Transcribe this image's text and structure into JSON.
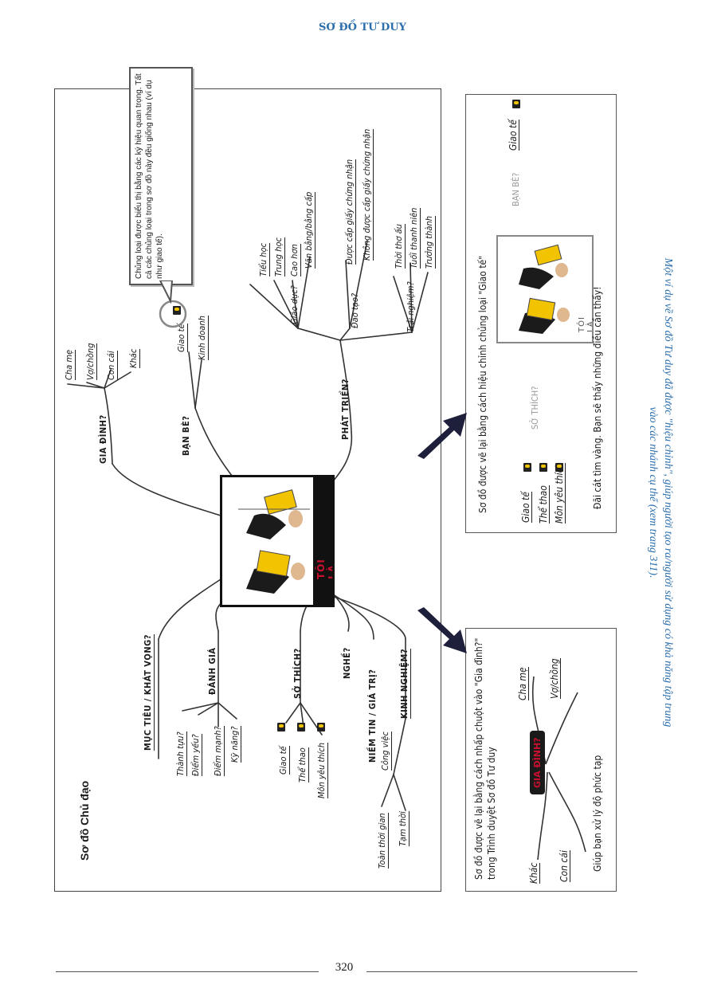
{
  "header": {
    "title": "SƠ ĐỒ TƯ DUY"
  },
  "page_number": "320",
  "caption": "Một ví dụ về Sơ đồ Tư duy đã được \"hiệu chỉnh\", giúp người tạo ra/người sử dụng có khả năng tập trung vào các nhánh cụ thể (xem trang 311).",
  "main_map": {
    "title": "Sơ đồ Chủ đạo",
    "center": "TÔI LÀ AI?",
    "callout": "Chủng loại được biểu thị bằng các ký hiệu quan trọng. Tất cả các chủng loại trong sơ đồ này đều giống nhau (ví dụ như giao tế).",
    "branches": {
      "gia_dinh": {
        "label": "GIA ĐÌNH?",
        "children": [
          "Cha mẹ",
          "Vợ/chồng",
          "Con cái",
          "Khác"
        ]
      },
      "ban_be": {
        "label": "BẠN BÈ?",
        "children": [
          "Giao tế",
          "Kinh doanh"
        ]
      },
      "phat_trien": {
        "label": "PHÁT TRIỂN?",
        "giao_duc": {
          "label": "Giáo dục?",
          "children": [
            "Tiểu học",
            "Trung học",
            "Cao hơn",
            "Văn bằng/bằng cấp"
          ]
        },
        "dao_tao": {
          "label": "Đào tạo?",
          "children": [
            "Được cấp giấy chứng nhận",
            "Không được cấp giấy chứng nhận"
          ]
        },
        "trai_nghiem": {
          "label": "Trải nghiệm?",
          "children": [
            "Thời thơ ấu",
            "Tuổi thanh niên",
            "Trưởng thành"
          ]
        }
      },
      "muc_tieu": {
        "label": "MỤC TIÊU / KHÁT VỌNG?"
      },
      "danh_gia": {
        "label": "ĐÁNH GIÁ",
        "children": [
          "Thành tựu?",
          "Điểm yếu?",
          "Điểm mạnh?",
          "Kỹ năng?"
        ]
      },
      "so_thich": {
        "label": "SỞ THÍCH?",
        "children": [
          "Giao tế",
          "Thể thao",
          "Môn yêu thích"
        ]
      },
      "nghe": {
        "label": "NGHỀ?"
      },
      "niem_tin": {
        "label": "NIỀM TIN / GIÁ TRỊ?"
      },
      "kinh_nghiem": {
        "label": "KINH NGHIỆM?",
        "cong_viec": "Công việc",
        "children": [
          "Toàn thời gian",
          "Tạm thời"
        ]
      }
    }
  },
  "panel_top": {
    "intro": "Sơ đồ được vẽ lại bằng cách hiệu chỉnh chủng loại \"Giao tế\"",
    "left_items": [
      "Giao tế",
      "Thể thao",
      "Môn yêu thích"
    ],
    "gray_left": "SỞ THÍCH?",
    "gray_right": "BẠN BÈ?",
    "right_item": "Giao tế",
    "center": "TÔI LÀ AI?",
    "footer": "Đãi cát tìm vàng. Bạn sẽ thấy những điều cần thấy!"
  },
  "panel_bottom": {
    "intro": "Sơ đồ được vẽ lại bằng cách nhấp chuột vào \"Gia đình?\" trong Trình duyệt Sơ đồ Tư duy",
    "center": "GIA ĐÌNH?",
    "items": [
      "Cha mẹ",
      "Vợ/chồng",
      "Khác",
      "Con cái"
    ],
    "footer": "Giúp bạn xử lý độ phức tạp"
  },
  "colors": {
    "accent": "#2c6fad",
    "key": "#f2c300",
    "badge": "#c8102e"
  }
}
